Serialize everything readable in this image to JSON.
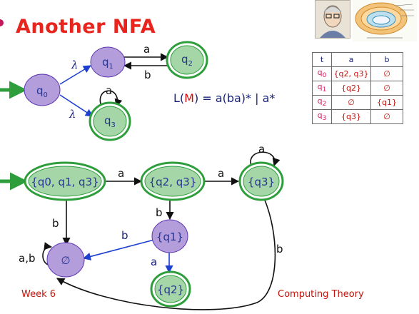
{
  "title": "Another NFA",
  "language": {
    "prefix": "L(",
    "m": "M",
    "suffix": ") = a(ba)* | a*"
  },
  "footer": {
    "left": "Week 6",
    "right": "Computing Theory"
  },
  "nfa": {
    "states": [
      {
        "id": "q0",
        "label": "q",
        "sub": "0",
        "start": true,
        "accepting": false
      },
      {
        "id": "q1",
        "label": "q",
        "sub": "1",
        "start": false,
        "accepting": false
      },
      {
        "id": "q2",
        "label": "q",
        "sub": "2",
        "start": false,
        "accepting": true
      },
      {
        "id": "q3",
        "label": "q",
        "sub": "3",
        "start": false,
        "accepting": true
      }
    ],
    "transitions": [
      {
        "from": "q0",
        "to": "q1",
        "label": "λ"
      },
      {
        "from": "q0",
        "to": "q3",
        "label": "λ"
      },
      {
        "from": "q1",
        "to": "q2",
        "label": "a"
      },
      {
        "from": "q2",
        "to": "q1",
        "label": "b"
      },
      {
        "from": "q3",
        "to": "q3",
        "label": "a"
      }
    ]
  },
  "table": {
    "header": [
      "t",
      "a",
      "b"
    ],
    "rows": [
      {
        "state": "q0",
        "state_label": "q",
        "state_sub": "0",
        "a": "{q2, q3}",
        "b": "∅"
      },
      {
        "state": "q1",
        "state_label": "q",
        "state_sub": "1",
        "a": "{q2}",
        "b": "∅"
      },
      {
        "state": "q2",
        "state_label": "q",
        "state_sub": "2",
        "a": "∅",
        "b": "{q1}"
      },
      {
        "state": "q3",
        "state_label": "q",
        "state_sub": "3",
        "a": "{q3}",
        "b": "∅"
      }
    ]
  },
  "dfa": {
    "states": [
      {
        "id": "S013",
        "label": "{q0, q1, q3}",
        "start": true,
        "accepting": true
      },
      {
        "id": "S23",
        "label": "{q2, q3}",
        "start": false,
        "accepting": true
      },
      {
        "id": "S3",
        "label": "{q3}",
        "start": false,
        "accepting": true
      },
      {
        "id": "S1",
        "label": "{q1}",
        "start": false,
        "accepting": false
      },
      {
        "id": "S2",
        "label": "{q2}",
        "start": false,
        "accepting": true
      },
      {
        "id": "Empty",
        "label": "∅",
        "start": false,
        "accepting": false
      }
    ],
    "transitions": [
      {
        "from": "S013",
        "to": "S23",
        "label": "a"
      },
      {
        "from": "S23",
        "to": "S3",
        "label": "a"
      },
      {
        "from": "S3",
        "to": "S3",
        "label": "a"
      },
      {
        "from": "S013",
        "to": "Empty",
        "label": "b"
      },
      {
        "from": "S23",
        "to": "S1",
        "label": "b"
      },
      {
        "from": "S1",
        "to": "Empty",
        "label": "b"
      },
      {
        "from": "S1",
        "to": "S2",
        "label": "a"
      },
      {
        "from": "S3",
        "to": "Empty",
        "label": "b"
      },
      {
        "from": "Empty",
        "to": "Empty",
        "label": "a,b"
      }
    ]
  },
  "colors": {
    "title": "#e8241c",
    "nonaccepting_fill": "#b39ddb",
    "accepting_fill": "#a5d6a7",
    "accepting_ring": "#2e9e3c",
    "state_text": "#283593",
    "arrow": "#111111",
    "blue_arrow": "#1e40d0",
    "start_arrow": "#2e9e3c",
    "footer": "#c0140c"
  }
}
